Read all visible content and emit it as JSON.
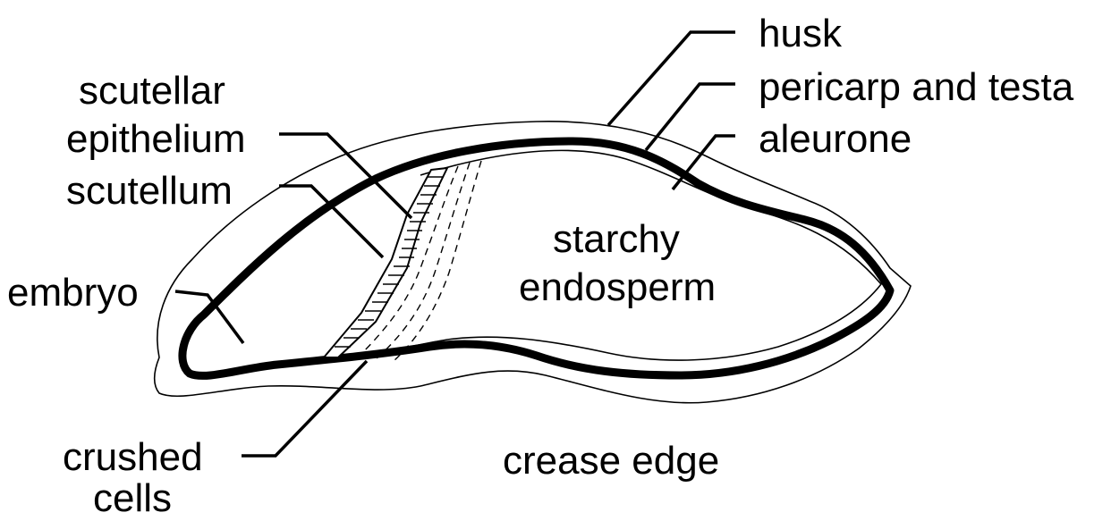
{
  "labels": {
    "husk": "husk",
    "pericarp_testa": "pericarp and testa",
    "aleurone": "aleurone",
    "scutellar_epithelium_line1": "scutellar",
    "scutellar_epithelium_line2": "epithelium",
    "scutellum": "scutellum",
    "starchy_endosperm_line1": "starchy",
    "starchy_endosperm_line2": "endosperm",
    "embryo": "embryo",
    "crushed_cells_line1": "crushed",
    "crushed_cells_line2": "cells",
    "crease_edge": "crease edge"
  },
  "colors": {
    "ink": "#000000",
    "background": "#ffffff"
  }
}
